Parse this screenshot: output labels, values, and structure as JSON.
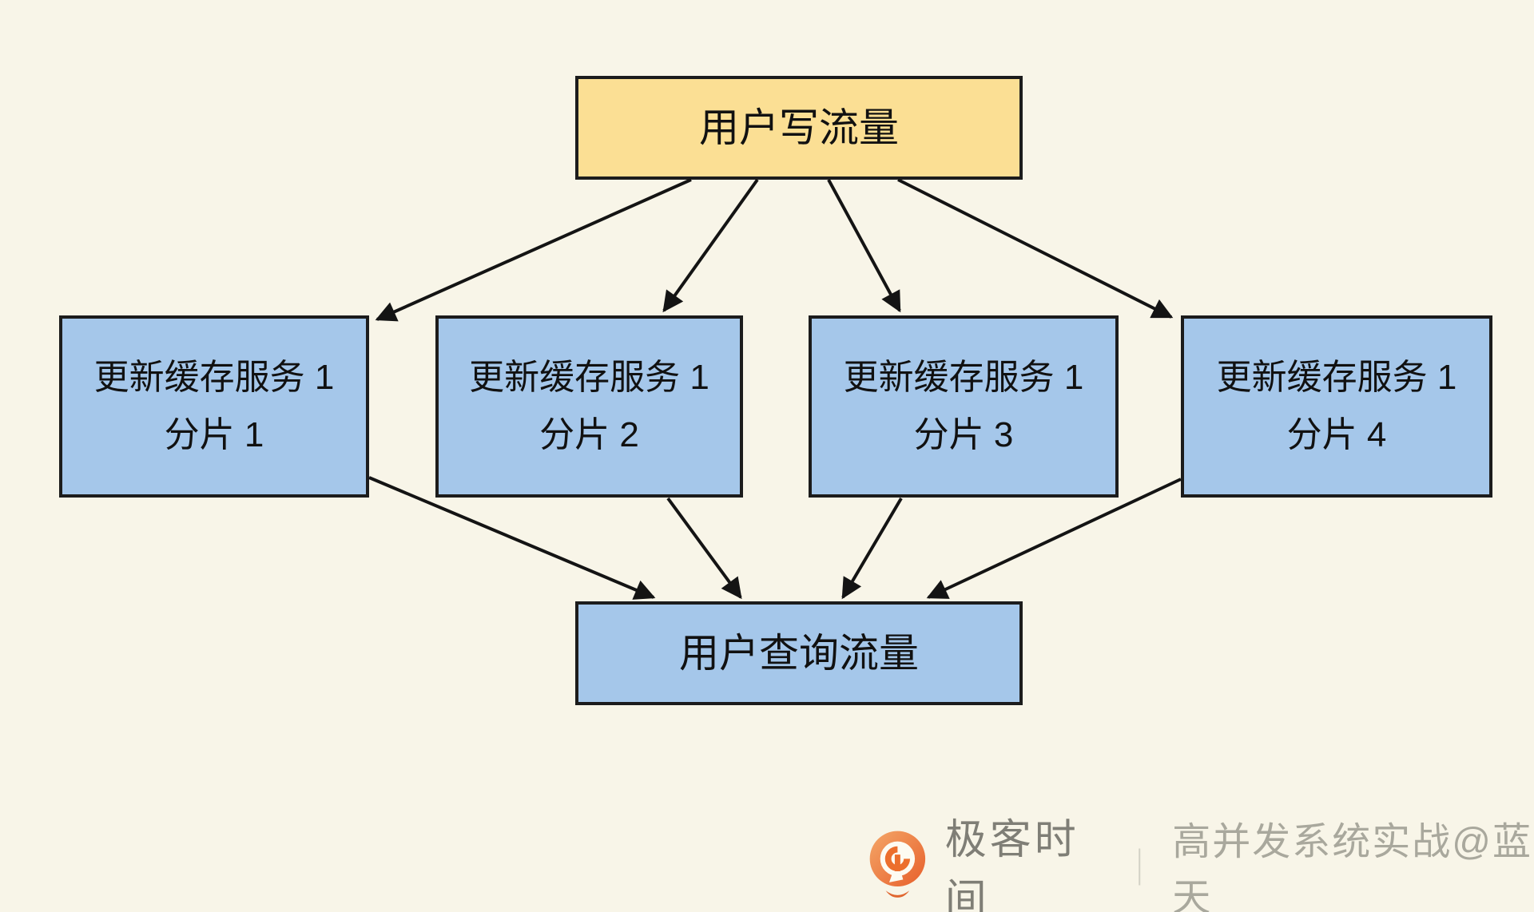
{
  "nodes": {
    "write": {
      "label": "用户写流量"
    },
    "shards": [
      {
        "line1": "更新缓存服务 1",
        "line2": "分片 1"
      },
      {
        "line1": "更新缓存服务 1",
        "line2": "分片 2"
      },
      {
        "line1": "更新缓存服务 1",
        "line2": "分片 3"
      },
      {
        "line1": "更新缓存服务 1",
        "line2": "分片 4"
      }
    ],
    "query": {
      "label": "用户查询流量"
    }
  },
  "footer": {
    "logo_icon": "geektime-logo",
    "brand": "极客时间",
    "divider": "｜",
    "credit": "高并发系统实战@蓝天"
  },
  "colors": {
    "background": "#f8f5e8",
    "write_node_fill": "#fbdf94",
    "shard_node_fill": "#a5c7ea",
    "node_border": "#1c1c1c",
    "arrow": "#141414",
    "brand_text": "#7f7e76",
    "credit_text": "#a9a89d",
    "logo_orange": "#ec6f2d"
  }
}
